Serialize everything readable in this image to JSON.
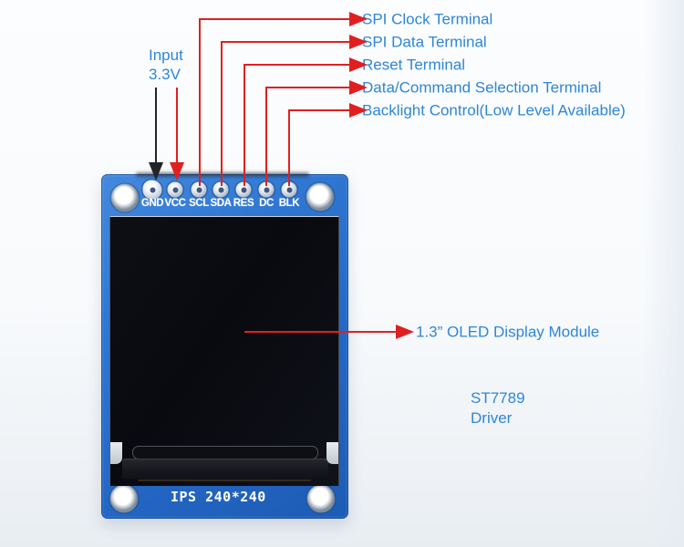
{
  "colors": {
    "label_blue": "#2e86d8",
    "leader_red": "#e02020",
    "leader_black": "#242428",
    "pcb_blue": "#2a72cf",
    "silkscreen_white": "#ffffff",
    "screen_black": "#0a0c10",
    "background": "#f7f9fb"
  },
  "annotations": {
    "input_label": {
      "line1": "Input",
      "line2": "3.3V"
    },
    "terminals": [
      {
        "label": "SPI Clock Terminal",
        "pin": "SCL"
      },
      {
        "label": "SPI Data Terminal",
        "pin": "SDA"
      },
      {
        "label": "Reset Terminal",
        "pin": "RES"
      },
      {
        "label": "Data/Command Selection Terminal",
        "pin": "DC"
      },
      {
        "label": "Backlight Control(Low Level Available)",
        "pin": "BLK"
      }
    ],
    "display_module": {
      "label": "1.3”  OLED Display Module"
    },
    "driver": {
      "line1": "ST7789",
      "line2": "Driver"
    }
  },
  "board": {
    "pin_labels": [
      "GND",
      "VCC",
      "SCL",
      "SDA",
      "RES",
      "DC",
      "BLK"
    ],
    "bottom_silkscreen": "IPS 240*240"
  }
}
